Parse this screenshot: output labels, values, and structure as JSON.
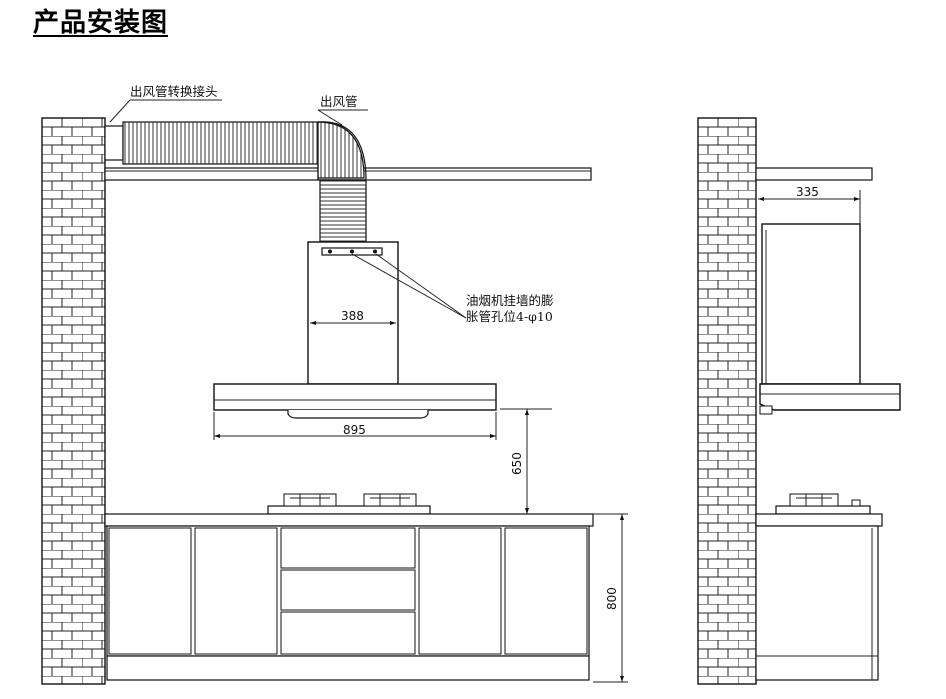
{
  "title": "产品安装图",
  "labels": {
    "outlet_adapter": "出风管转换接头",
    "duct": "出风管",
    "mount_holes_line1": "油烟机挂墙的膨",
    "mount_holes_line2": "胀管孔位4-φ10"
  },
  "dimensions": {
    "chimney_width": "388",
    "hood_width": "895",
    "hood_height_above_stove": "650",
    "cabinet_height": "800",
    "side_depth": "335"
  }
}
